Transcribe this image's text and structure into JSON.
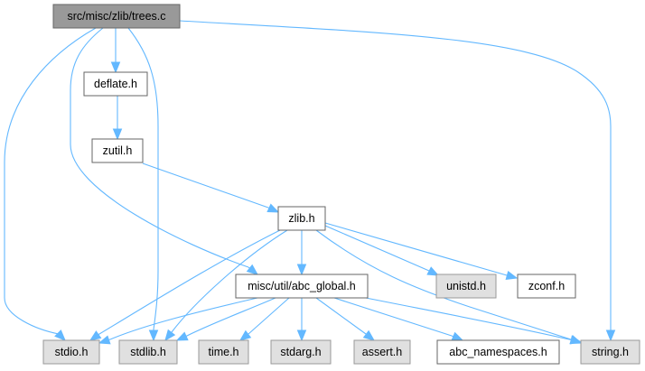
{
  "diagram": {
    "type": "include-dependency-graph",
    "edge_color": "#63b8ff",
    "colors": {
      "root_fill": "#999999",
      "root_border": "#666666",
      "documented_fill": "#ffffff",
      "documented_border": "#666666",
      "system_fill": "#e0e0e0",
      "system_border": "#999999"
    },
    "nodes": [
      {
        "id": "trees_c",
        "label": "src/misc/zlib/trees.c",
        "kind": "root"
      },
      {
        "id": "deflate_h",
        "label": "deflate.h",
        "kind": "doc"
      },
      {
        "id": "zutil_h",
        "label": "zutil.h",
        "kind": "doc"
      },
      {
        "id": "zlib_h",
        "label": "zlib.h",
        "kind": "doc"
      },
      {
        "id": "abc_global_h",
        "label": "misc/util/abc_global.h",
        "kind": "doc"
      },
      {
        "id": "unistd_h",
        "label": "unistd.h",
        "kind": "sys"
      },
      {
        "id": "zconf_h",
        "label": "zconf.h",
        "kind": "doc"
      },
      {
        "id": "stdio_h",
        "label": "stdio.h",
        "kind": "sys"
      },
      {
        "id": "stdlib_h",
        "label": "stdlib.h",
        "kind": "sys"
      },
      {
        "id": "time_h",
        "label": "time.h",
        "kind": "sys"
      },
      {
        "id": "stdarg_h",
        "label": "stdarg.h",
        "kind": "sys"
      },
      {
        "id": "assert_h",
        "label": "assert.h",
        "kind": "sys"
      },
      {
        "id": "abc_namespaces_h",
        "label": "abc_namespaces.h",
        "kind": "doc"
      },
      {
        "id": "string_h",
        "label": "string.h",
        "kind": "sys"
      }
    ],
    "edges": [
      {
        "from": "trees_c",
        "to": "deflate_h"
      },
      {
        "from": "trees_c",
        "to": "stdio_h"
      },
      {
        "from": "trees_c",
        "to": "abc_global_h"
      },
      {
        "from": "trees_c",
        "to": "stdlib_h"
      },
      {
        "from": "trees_c",
        "to": "string_h"
      },
      {
        "from": "deflate_h",
        "to": "zutil_h"
      },
      {
        "from": "zutil_h",
        "to": "zlib_h"
      },
      {
        "from": "zlib_h",
        "to": "abc_global_h"
      },
      {
        "from": "zlib_h",
        "to": "unistd_h"
      },
      {
        "from": "zlib_h",
        "to": "zconf_h"
      },
      {
        "from": "zlib_h",
        "to": "stdio_h"
      },
      {
        "from": "zlib_h",
        "to": "stdlib_h"
      },
      {
        "from": "zlib_h",
        "to": "string_h"
      },
      {
        "from": "abc_global_h",
        "to": "stdio_h"
      },
      {
        "from": "abc_global_h",
        "to": "stdlib_h"
      },
      {
        "from": "abc_global_h",
        "to": "time_h"
      },
      {
        "from": "abc_global_h",
        "to": "stdarg_h"
      },
      {
        "from": "abc_global_h",
        "to": "assert_h"
      },
      {
        "from": "abc_global_h",
        "to": "abc_namespaces_h"
      },
      {
        "from": "abc_global_h",
        "to": "string_h"
      }
    ]
  }
}
